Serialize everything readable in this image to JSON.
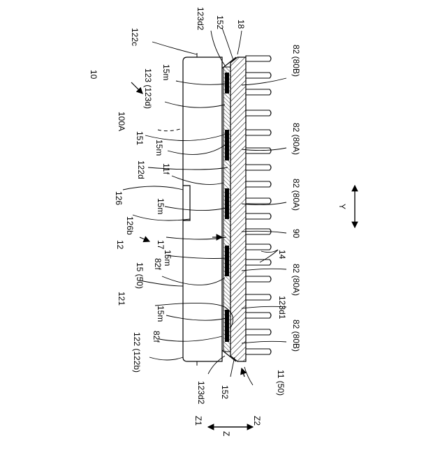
{
  "figure": {
    "labels": {
      "l122c": "122c",
      "l123d2_top": "123d2",
      "l152_top": "152",
      "l18": "18",
      "l10": "10",
      "l15m_a": "15m",
      "l123_123d": "123 (123d)",
      "l100A": "100A",
      "l151": "151",
      "l15m_b": "15m",
      "l122d": "122d",
      "l11f": "11f",
      "l126": "126",
      "l15m_c": "15m",
      "l126b": "126b",
      "l12": "12",
      "l17": "17",
      "l15m_d": "15m",
      "l82f_a": "82f",
      "l15_50": "15 (50)",
      "l121": "121",
      "l15m_e": "15m",
      "l82f_b": "82f",
      "l122_122b": "122 (122b)",
      "l123d2_bot": "123d2",
      "l152_bot": "152",
      "l11_50": "11 (50)",
      "l82_80B_top": "82 (80B)",
      "l82_80A_1": "82 (80A)",
      "l82_80A_2": "82 (80A)",
      "l90": "90",
      "l14": "14",
      "l82_80A_3": "82 (80A)",
      "l123d1": "123d1",
      "l82_80B_bot": "82 (80B)",
      "lY": "Y",
      "lZ1": "Z1",
      "lZ": "Z",
      "lZ2": "Z2"
    }
  }
}
